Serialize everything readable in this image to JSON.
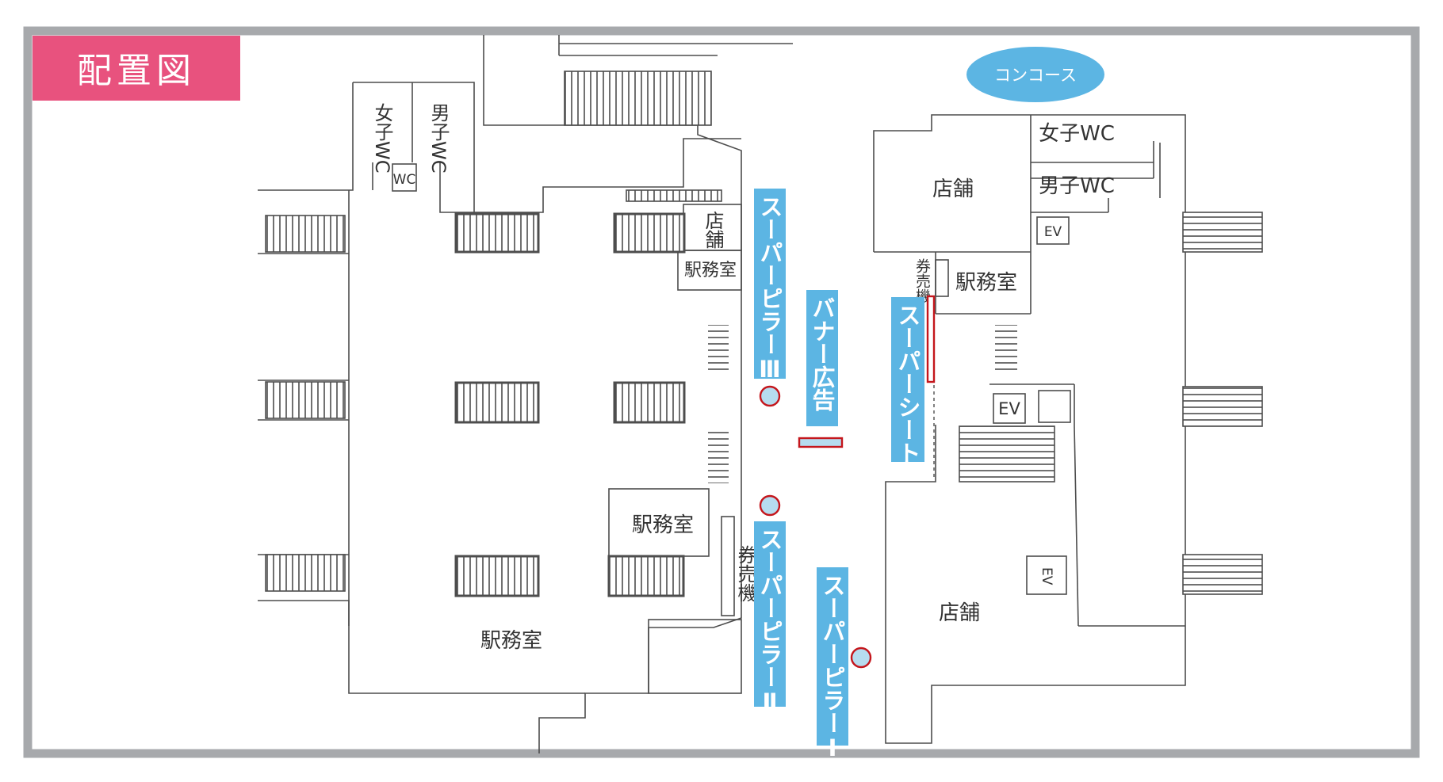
{
  "title": "配置図",
  "colors": {
    "frame": "#a7a9ac",
    "title_bg": "#e8527e",
    "ad_blue": "#5cb5e3",
    "ad_red": "#c4161c",
    "line": "#4d4d4d"
  },
  "labels": {
    "concourse": "コンコース",
    "left_wc_women": "女子WC",
    "left_wc_men": "男子WC",
    "left_wc_sign": "WC",
    "left_shop": "店舗",
    "left_office_upper": "駅務室",
    "left_office_middle": "駅務室",
    "left_office_bottom": "駅務室",
    "left_ticket": "券売機",
    "right_shop_upper": "店舗",
    "right_wc_women": "女子WC",
    "right_wc_men": "男子WC",
    "right_ev_upper": "EV",
    "right_ticket": "券売機",
    "right_office": "駅務室",
    "right_ev_middle": "EV",
    "right_ev_lower": "EV",
    "right_shop_lower": "店舗"
  },
  "ads": {
    "pillar_3": "スーパーピラーⅢ",
    "banner": "バナー広告",
    "sheet": "スーパーシート",
    "pillar_2": "スーパーピラーⅡ",
    "pillar_1": "スーパーピラーⅠ"
  }
}
